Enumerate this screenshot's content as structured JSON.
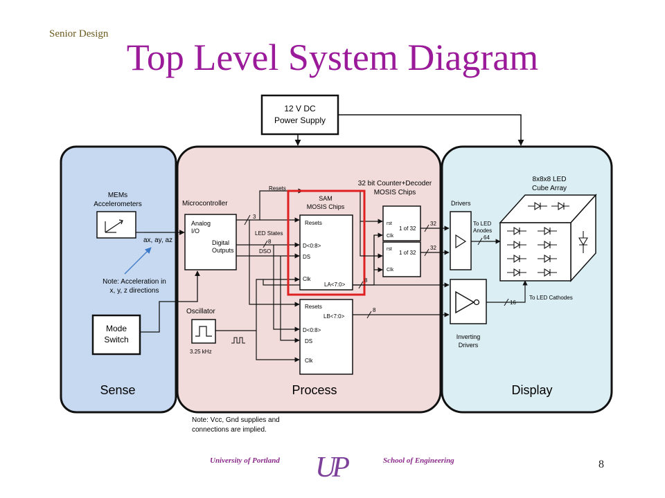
{
  "slide": {
    "header_label": "Senior Design",
    "title": "Top Level System Diagram",
    "page_number": "8"
  },
  "footer": {
    "left": "University of Portland",
    "right": "School of Engineering",
    "logo": "UP"
  },
  "colors": {
    "title": "#9a1a9a",
    "sense_fill": "#c6d9f1",
    "process_fill": "#f2dcdb",
    "display_fill": "#dbeef4",
    "highlight": "#e02020"
  },
  "diagram": {
    "power_supply": [
      "12 V DC",
      "Power Supply"
    ],
    "sections": {
      "sense": "Sense",
      "process": "Process",
      "display": "Display"
    },
    "sense": {
      "mems": [
        "MEMs",
        "Accelerometers"
      ],
      "axes": "ax, ay, az",
      "note": [
        "Note: Acceleration in",
        "x, y, z directions"
      ],
      "mode_switch": [
        "Mode",
        "Switch"
      ]
    },
    "process": {
      "microcontroller": "Microcontroller",
      "analog_io": [
        "Analog",
        "I/O"
      ],
      "digital_outputs": [
        "Digital",
        "Outputs"
      ],
      "resets_label": "Resets",
      "led_states": "LED States",
      "dso": "DSO",
      "bus_3": "3",
      "bus_8": "8",
      "oscillator": "Oscillator",
      "osc_freq": "3.25 kHz",
      "sam_label": [
        "SAM",
        "MOSIS Chips"
      ],
      "counter_label": [
        "32 bit Counter+Decoder",
        "MOSIS Chips"
      ],
      "chip_a": {
        "resets": "Resets",
        "d": "D<0:8>",
        "ds": "DS",
        "clk": "Clk",
        "out": "LA<7:0>"
      },
      "chip_b": {
        "resets": "Resets",
        "d": "D<0:8>",
        "ds": "DS",
        "clk": "Clk",
        "out": "LB<7:0>"
      },
      "counter": {
        "rst": "rst",
        "clk": "Clk",
        "sel": "1 of 32"
      },
      "bus_32": "32",
      "bus_out_8": "8"
    },
    "display": {
      "cube_title": [
        "8x8x8 LED",
        "Cube Array"
      ],
      "drivers": "Drivers",
      "to_anodes": [
        "To LED",
        "Anodes"
      ],
      "bus_64": "64",
      "bus_16": "16",
      "to_cathodes": "To LED Cathodes",
      "inverting_drivers": [
        "Inverting",
        "Drivers"
      ]
    },
    "footnote": [
      "Note: Vcc, Gnd supplies  and",
      "connections  are implied."
    ]
  }
}
